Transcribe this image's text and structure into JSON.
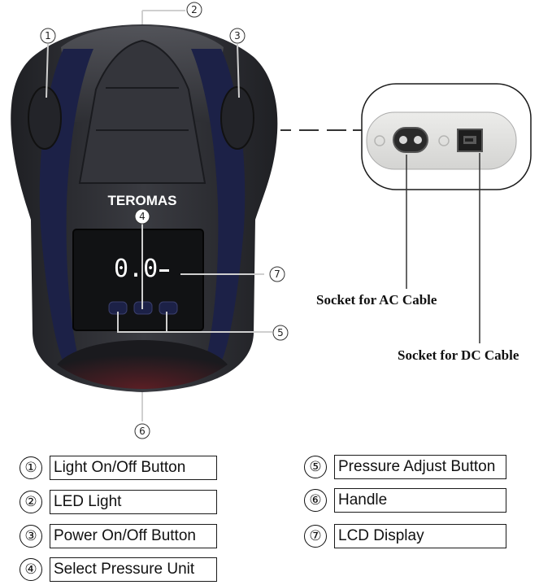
{
  "brand": "TEROMAS",
  "lcd_reading": "0.0",
  "markers": [
    "①",
    "②",
    "③",
    "④",
    "⑤",
    "⑥",
    "⑦"
  ],
  "callouts": {
    "ac": "Socket for AC Cable",
    "dc": "Socket for DC Cable"
  },
  "legend": [
    {
      "num": "①",
      "text": "Light On/Off Button"
    },
    {
      "num": "②",
      "text": "LED Light"
    },
    {
      "num": "③",
      "text": "Power On/Off Button"
    },
    {
      "num": "④",
      "text": "Select Pressure Unit"
    },
    {
      "num": "⑤",
      "text": "Pressure Adjust Button"
    },
    {
      "num": "⑥",
      "text": "Handle"
    },
    {
      "num": "⑦",
      "text": "LCD Display"
    }
  ],
  "colors": {
    "body": "#2b2c31",
    "accent": "#1c2147",
    "panel": "#e3e3e1"
  }
}
